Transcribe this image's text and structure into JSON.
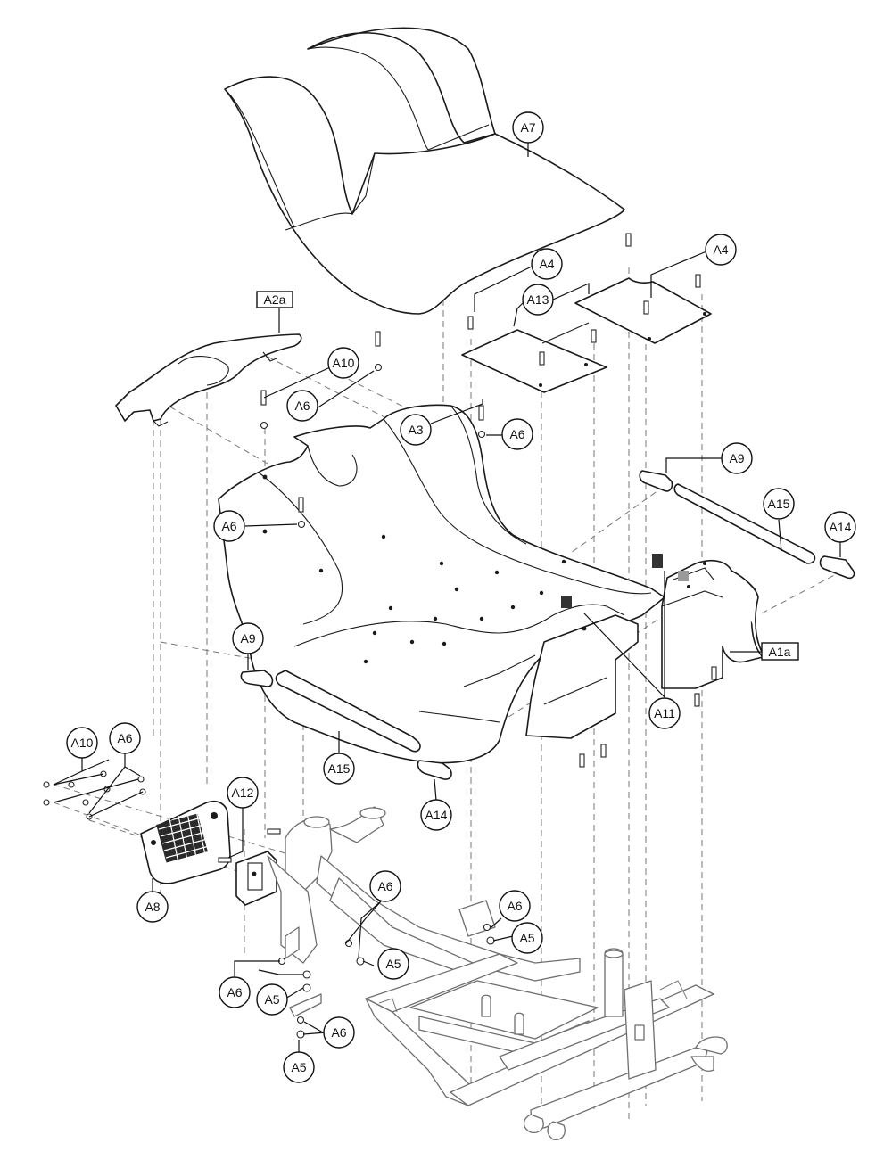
{
  "callouts": {
    "a7": "A7",
    "a4_left": "A4",
    "a4_right": "A4",
    "a13": "A13",
    "a2a": "A2a",
    "a10_top": "A10",
    "a6_top_left": "A6",
    "a3": "A3",
    "a6_a3": "A6",
    "a6_mid_left": "A6",
    "a9_right": "A9",
    "a15_right": "A15",
    "a14_right": "A14",
    "a1a": "A1a",
    "a11": "A11",
    "a9_left": "A9",
    "a15_left": "A15",
    "a14_left": "A14",
    "a10_bottom": "A10",
    "a6_bottom_left": "A6",
    "a12": "A12",
    "a8": "A8",
    "a6_frame_mid": "A6",
    "a6_frame_right": "A6",
    "a5_frame_right": "A5",
    "a5_frame_mid": "A5",
    "a6_frame_low_left": "A6",
    "a5_frame_low_left": "A5",
    "a6_frame_bottom": "A6",
    "a5_frame_bottom": "A5"
  }
}
